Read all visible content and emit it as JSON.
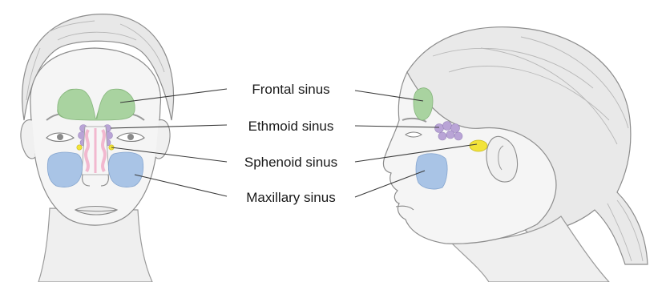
{
  "labels": {
    "frontal": "Frontal sinus",
    "ethmoid": "Ethmoid sinus",
    "sphenoid": "Sphenoid sinus",
    "maxillary": "Maxillary sinus"
  },
  "colors": {
    "frontal": "#a9d3a0",
    "ethmoid": "#b9a4d6",
    "sphenoid": "#f2e33a",
    "maxillary": "#a9c4e6",
    "nasal_lining": "#f2b8cf",
    "skin": "#f4f4f4",
    "skin_shadow": "#dedede",
    "hair": "#e6e6e6",
    "line": "#6f6f6f",
    "leader": "#3a3a3a"
  }
}
